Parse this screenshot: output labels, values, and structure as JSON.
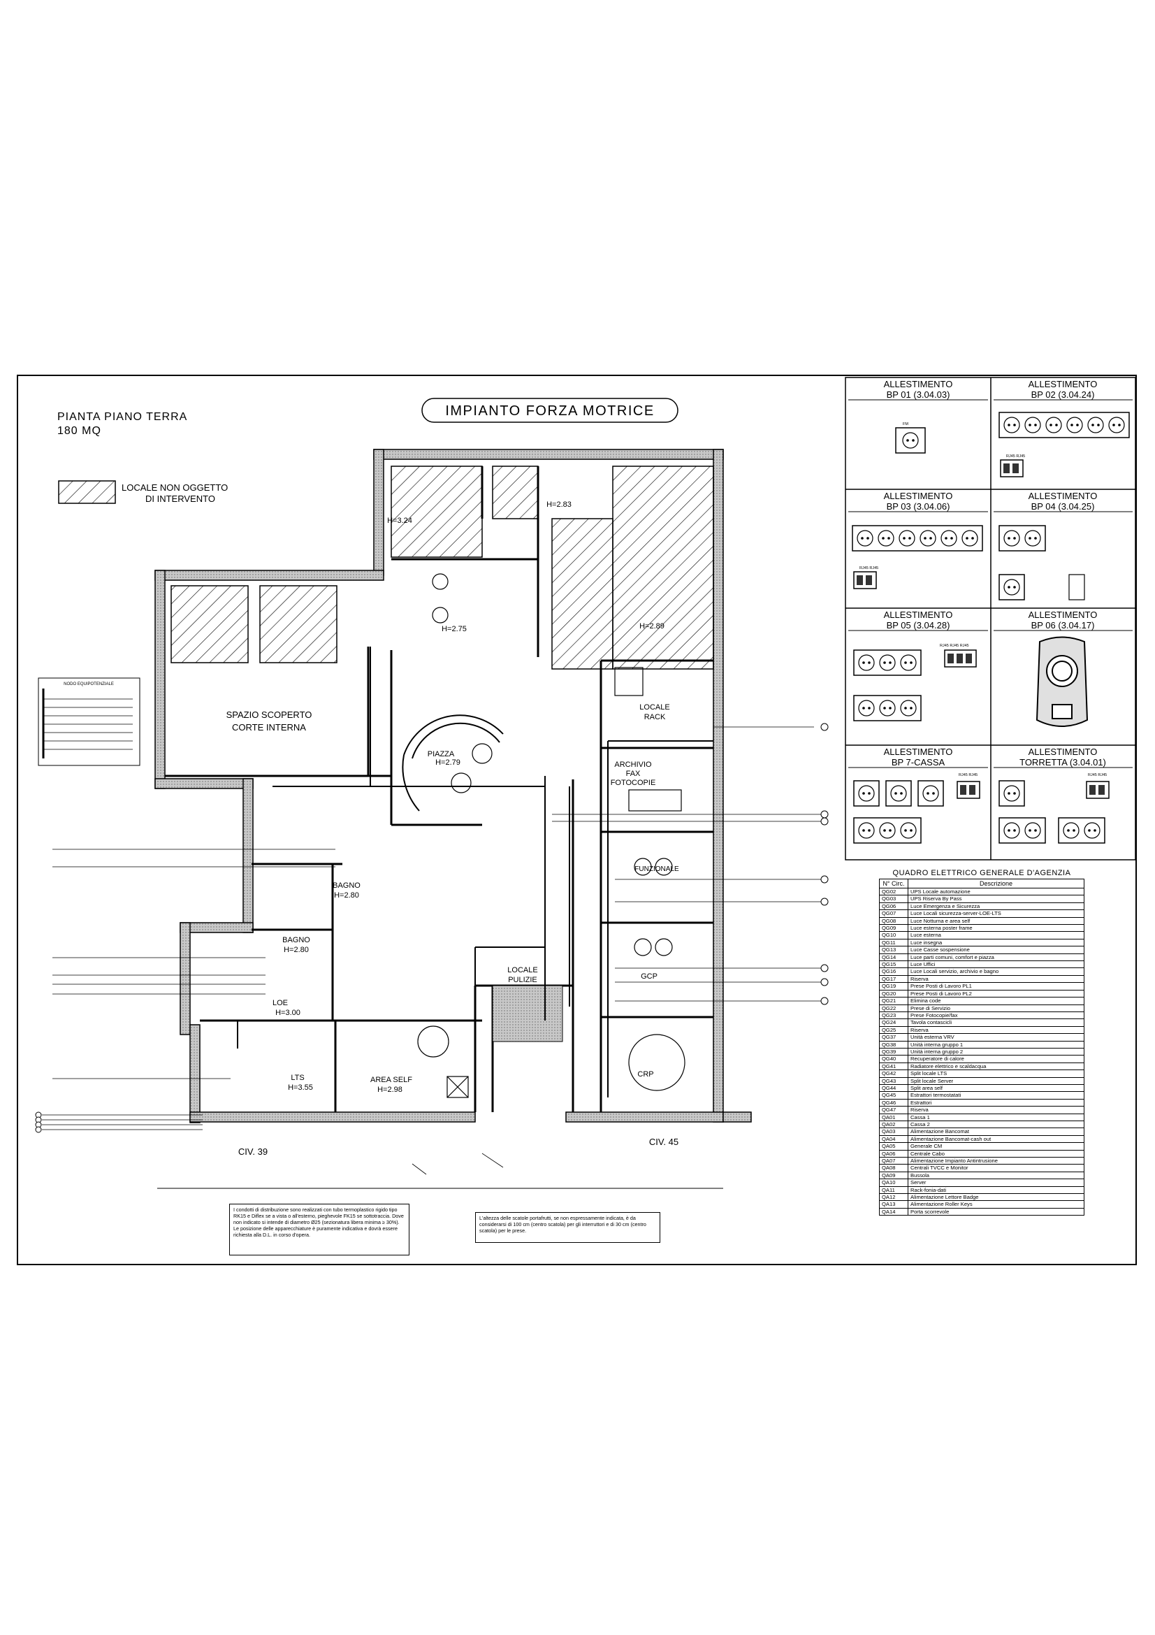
{
  "title_block": {
    "plan_title": "PIANTA PIANO TERRA",
    "area": "180 MQ",
    "drawing_title": "IMPIANTO FORZA MOTRICE"
  },
  "hatch_legend": {
    "line1": "LOCALE NON OGGETTO",
    "line2": "DI INTERVENTO"
  },
  "rooms": {
    "spazio_line1": "SPAZIO SCOPERTO",
    "spazio_line2": "CORTE INTERNA",
    "piazza": "PIAZZA",
    "piazza_h": "H=2.79",
    "h324": "H=3.24",
    "h283": "H=2.83",
    "h275": "H=2.75",
    "h289": "H=2.89",
    "bagno1": "BAGNO",
    "bagno1_h": "H=2.80",
    "bagno2": "BAGNO",
    "bagno2_h": "H=2.80",
    "loe": "LOE",
    "loe_h": "H=3.00",
    "lts": "LTS",
    "lts_h": "H=3.55",
    "area_self": "AREA SELF",
    "area_self_h": "H=2.98",
    "locale_pulizie_1": "LOCALE",
    "locale_pulizie_2": "PULIZIE",
    "locale_rack_1": "LOCALE",
    "locale_rack_2": "RACK",
    "archivio_1": "ARCHIVIO",
    "archivio_2": "FAX",
    "archivio_3": "FOTOCOPIE",
    "funzionale": "FUNZIONALE",
    "gcp": "GCP",
    "crp": "CRP",
    "civ39": "CIV. 39",
    "civ45": "CIV. 45",
    "nodo": "NODO EQUIPOTENZIALE"
  },
  "allestimenti": [
    {
      "title": "ALLESTIMENTO",
      "code": "BP 01  (3.04.03)"
    },
    {
      "title": "ALLESTIMENTO",
      "code": "BP 02  (3.04.24)"
    },
    {
      "title": "ALLESTIMENTO",
      "code": "BP 03  (3.04.06)"
    },
    {
      "title": "ALLESTIMENTO",
      "code": "BP 04  (3.04.25)"
    },
    {
      "title": "ALLESTIMENTO",
      "code": "BP 05  (3.04.28)"
    },
    {
      "title": "ALLESTIMENTO",
      "code": "BP 06  (3.04.17)"
    },
    {
      "title": "ALLESTIMENTO",
      "code": "BP 7-CASSA"
    },
    {
      "title": "ALLESTIMENTO",
      "code": "TORRETTA  (3.04.01)"
    }
  ],
  "socket_labels": {
    "fm": "FM",
    "rj45": "RJ45 RJ45",
    "rj45_3": "RJ45 RJ45 RJ45"
  },
  "quadro": {
    "title": "QUADRO ELETTRICO GENERALE D'AGENZIA",
    "col_circ": "N° Circ.",
    "col_desc": "Descrizione",
    "rows": [
      [
        "QG02",
        "UPS Locale automazione"
      ],
      [
        "QG03",
        "UPS Riserva By Pass"
      ],
      [
        "QG06",
        "Luce Emergenza e Sicurezza"
      ],
      [
        "QG07",
        "Luce Locali sicurezza-server-LOE-LTS"
      ],
      [
        "QG08",
        "Luce Notturna e area self"
      ],
      [
        "QG09",
        "Luce esterna poster frame"
      ],
      [
        "QG10",
        "Luce esterna"
      ],
      [
        "QG11",
        "Luce insegna"
      ],
      [
        "QG13",
        "Luce Casse sospensione"
      ],
      [
        "QG14",
        "Luce parti comuni, comfort e piazza"
      ],
      [
        "QG15",
        "Luce Uffici"
      ],
      [
        "QG16",
        "Luce Locali servizio, archivio e bagno"
      ],
      [
        "QG17",
        "Riserva"
      ],
      [
        "QG19",
        "Prese Posti di Lavoro PL1"
      ],
      [
        "QG20",
        "Prese Posti di Lavoro PL2"
      ],
      [
        "QG21",
        "Elimina code"
      ],
      [
        "QG22",
        "Prese di Servizio"
      ],
      [
        "QG23",
        "Prese Fotocopie/fax"
      ],
      [
        "QG24",
        "Tavola contascicli"
      ],
      [
        "QG25",
        "Riserva"
      ],
      [
        "QG37",
        "Unità esterna VRV"
      ],
      [
        "QG38",
        "Unità interna gruppo 1"
      ],
      [
        "QG39",
        "Unità interna gruppo 2"
      ],
      [
        "QG40",
        "Recuperatore di calore"
      ],
      [
        "QG41",
        "Radiatore elettrico e scaldacqua"
      ],
      [
        "QG42",
        "Split locale LTS"
      ],
      [
        "QG43",
        "Split locale Server"
      ],
      [
        "QG44",
        "Split area self"
      ],
      [
        "QG45",
        "Estrattori termostatati"
      ],
      [
        "QG46",
        "Estrattori"
      ],
      [
        "QG47",
        "Riserva"
      ],
      [
        "QA01",
        "Cassa 1"
      ],
      [
        "QA02",
        "Cassa 2"
      ],
      [
        "QA03",
        "Alimentazione Bancomat"
      ],
      [
        "QA04",
        "Alimentazione Bancomat-cash out"
      ],
      [
        "QA05",
        "Generale CM"
      ],
      [
        "QA06",
        "Centrale Cabo"
      ],
      [
        "QA07",
        "Alimentazione Impianto Antintrusione"
      ],
      [
        "QA08",
        "Centrali TVCC e Monitor"
      ],
      [
        "QA09",
        "Bussola"
      ],
      [
        "QA10",
        "Server"
      ],
      [
        "QA11",
        "Rack-fonia-dati"
      ],
      [
        "QA12",
        "Alimentazione Lettore Badge"
      ],
      [
        "QA13",
        "Alimentazione Roller Keys"
      ],
      [
        "QA14",
        "Porta scorrevole"
      ]
    ]
  },
  "notes": {
    "left": "I condotti di distribuzione sono realizzati con tubo termoplastico rigido tipo RK15 e Diflex se a vista o all'esterno, pieghevole FK15 se sottotraccia. Dove non indicato si intende di diametro Ø25 (sezionatura libera minima ≥ 30%). Le posizione delle apparecchiature è puramente indicativa e dovrà essere richiesta alla D.L. in corso d'opera.",
    "right": "L'altezza delle scatole portafrutti, se non espressamente indicata, è da considerarsi di 100 cm (centro scatola) per gli interruttori e di 30 cm (centro scatola) per le prese."
  }
}
